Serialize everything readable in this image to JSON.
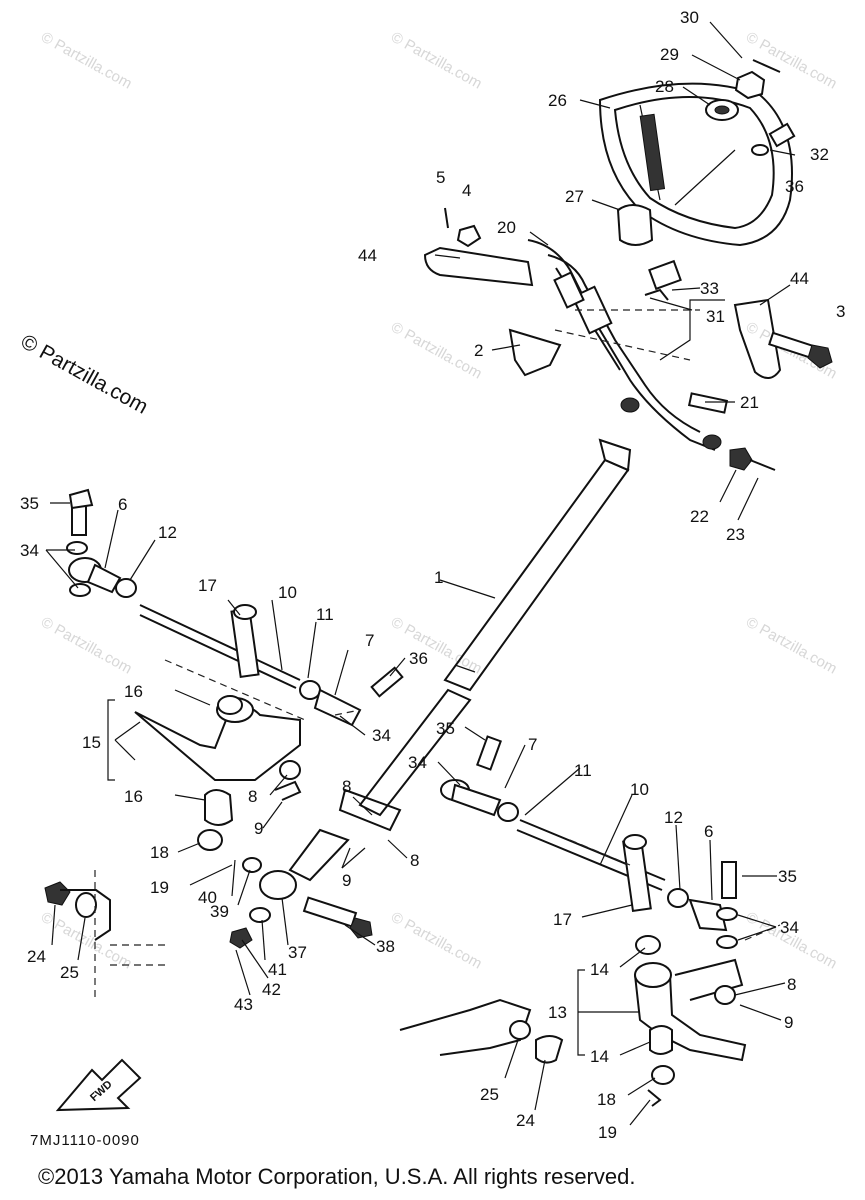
{
  "watermark": "© Partzilla.com",
  "side_watermark": "© Partzilla.com",
  "fwd_label": "FWD",
  "diagram_code": "7MJ1110-0090",
  "copyright": "©2013 Yamaha Motor Corporation, U.S.A. All rights reserved.",
  "callouts": {
    "c30": "30",
    "c29": "29",
    "c28": "28",
    "c26": "26",
    "c32": "32",
    "c36a": "36",
    "c27": "27",
    "c5": "5",
    "c4": "4",
    "c20": "20",
    "c44a": "44",
    "c33": "33",
    "c44b": "44",
    "c31": "31",
    "c3": "3",
    "c2": "2",
    "c21": "21",
    "c22": "22",
    "c23": "23",
    "c35a": "35",
    "c6a": "6",
    "c12a": "12",
    "c34a": "34",
    "c1": "1",
    "c17a": "17",
    "c10a": "10",
    "c11a": "11",
    "c7a": "7",
    "c36b": "36",
    "c16a": "16",
    "c15": "15",
    "c34b": "34",
    "c35b": "35",
    "c16b": "16",
    "c8a": "8",
    "c34c": "34",
    "c7b": "7",
    "c11b": "11",
    "c9a": "9",
    "c8b": "8",
    "c8c": "8",
    "c10b": "10",
    "c18a": "18",
    "c9b": "9",
    "c12b": "12",
    "c6b": "6",
    "c19a": "19",
    "c40": "40",
    "c39": "39",
    "c35c": "35",
    "c17b": "17",
    "c34d": "34",
    "c24a": "24",
    "c25a": "25",
    "c41": "41",
    "c37": "37",
    "c38": "38",
    "c42": "42",
    "c43": "43",
    "c14a": "14",
    "c8d": "8",
    "c13": "13",
    "c9c": "9",
    "c14b": "14",
    "c18b": "18",
    "c25b": "25",
    "c24b": "24",
    "c19b": "19"
  }
}
